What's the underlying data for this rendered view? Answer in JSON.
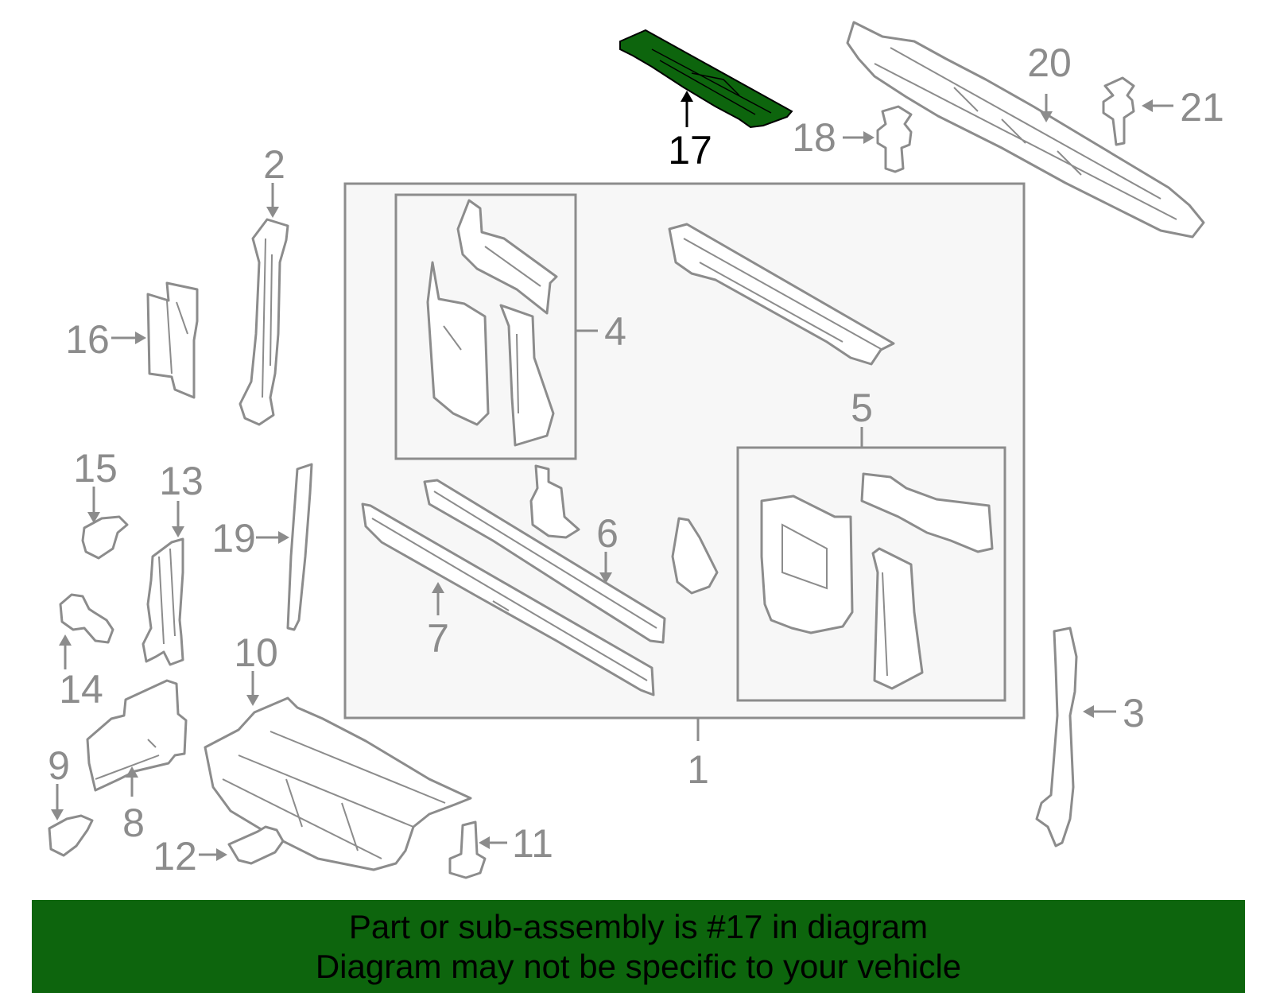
{
  "colors": {
    "highlight_part": "#0d650d",
    "banner_background": "#0d650d",
    "line_art": "#8c8c8c",
    "assembly_box_fill": "#f7f7f7",
    "highlight_label": "#000000"
  },
  "highlighted_part": "17",
  "callouts": {
    "c1": "1",
    "c2": "2",
    "c3": "3",
    "c4": "4",
    "c5": "5",
    "c6": "6",
    "c7": "7",
    "c8": "8",
    "c9": "9",
    "c10": "10",
    "c11": "11",
    "c12": "12",
    "c13": "13",
    "c14": "14",
    "c15": "15",
    "c16": "16",
    "c17": "17",
    "c18": "18",
    "c19": "19",
    "c20": "20",
    "c21": "21"
  },
  "banner": {
    "line1": "Part or sub-assembly is #17 in diagram",
    "line2": "Diagram may not be specific to your vehicle"
  }
}
